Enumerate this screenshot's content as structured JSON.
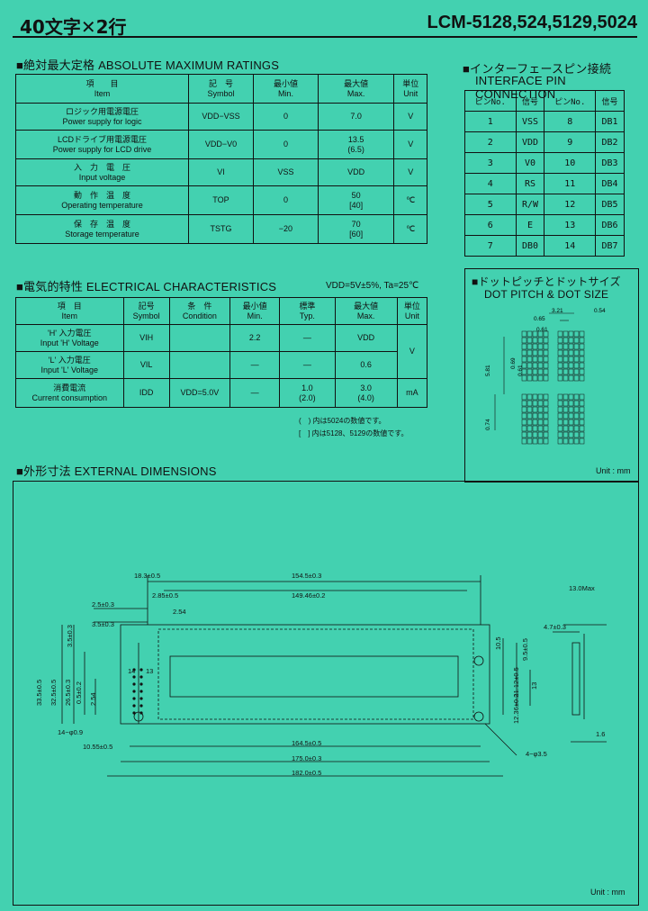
{
  "header": {
    "title": "40文字✕2行",
    "model": "LCM-5128,524,5129,5024"
  },
  "abs_max": {
    "title": "■絶対最大定格 ABSOLUTE MAXIMUM RATINGS",
    "headers": [
      [
        "項　　目",
        "Item"
      ],
      [
        "記　号",
        "Symbol"
      ],
      [
        "最小値",
        "Min."
      ],
      [
        "最大値",
        "Max."
      ],
      [
        "単位",
        "Unit"
      ]
    ],
    "rows": [
      {
        "jp": "ロジック用電源電圧",
        "en": "Power supply for logic",
        "sym": "VDD−VSS",
        "min": "0",
        "max": "7.0",
        "max2": "",
        "unit": "V"
      },
      {
        "jp": "LCDドライブ用電源電圧",
        "en": "Power supply for LCD drive",
        "sym": "VDD−V0",
        "min": "0",
        "max": "13.5",
        "max2": "(6.5)",
        "unit": "V"
      },
      {
        "jp": "入　力　電　圧",
        "en": "Input voltage",
        "sym": "VI",
        "min": "VSS",
        "max": "VDD",
        "max2": "",
        "unit": "V"
      },
      {
        "jp": "動　作　温　度",
        "en": "Operating temperature",
        "sym": "TOP",
        "min": "0",
        "max": "50",
        "max2": "[40]",
        "unit": "℃"
      },
      {
        "jp": "保　存　温　度",
        "en": "Storage temperature",
        "sym": "TSTG",
        "min": "−20",
        "max": "70",
        "max2": "[60]",
        "unit": "℃"
      }
    ]
  },
  "pins": {
    "title": "■インターフェースピン接続",
    "subtitle": "INTERFACE PIN CONNECTION",
    "headers": [
      "ピンNo.",
      "信号",
      "ピンNo.",
      "信号"
    ],
    "rows": [
      [
        "1",
        "VSS",
        "8",
        "DB1"
      ],
      [
        "2",
        "VDD",
        "9",
        "DB2"
      ],
      [
        "3",
        "V0",
        "10",
        "DB3"
      ],
      [
        "4",
        "RS",
        "11",
        "DB4"
      ],
      [
        "5",
        "R/W",
        "12",
        "DB5"
      ],
      [
        "6",
        "E",
        "13",
        "DB6"
      ],
      [
        "7",
        "DB0",
        "14",
        "DB7"
      ]
    ]
  },
  "elec": {
    "title": "■電気的特性 ELECTRICAL CHARACTERISTICS",
    "condition": "VDD=5V±5%, Ta=25℃",
    "headers": [
      [
        "項　目",
        "Item"
      ],
      [
        "記号",
        "Symbol"
      ],
      [
        "条　件",
        "Condition"
      ],
      [
        "最小値",
        "Min."
      ],
      [
        "標準",
        "Typ."
      ],
      [
        "最大値",
        "Max."
      ],
      [
        "単位",
        "Unit"
      ]
    ],
    "rows": [
      {
        "jp": "'H' 入力電圧",
        "en": "Input 'H' Voltage",
        "sym": "VIH",
        "cond": "",
        "min": "2.2",
        "typ": "—",
        "max": "VDD",
        "max2": ""
      },
      {
        "jp": "'L' 入力電圧",
        "en": "Input 'L' Voltage",
        "sym": "VIL",
        "cond": "",
        "min": "—",
        "typ": "—",
        "max": "0.6",
        "max2": ""
      },
      {
        "jp": "消費電流",
        "en": "Current consumption",
        "sym": "IDD",
        "cond": "VDD=5.0V",
        "min": "—",
        "typ": "1.0",
        "typ2": "(2.0)",
        "max": "3.0",
        "max2": "(4.0)",
        "unit": "mA"
      }
    ],
    "unit_v": "V",
    "notes": [
      "(　) 内は5024の数値です。",
      "[　] 内は5128、5129の数値です。"
    ]
  },
  "dot": {
    "title": "■ドットピッチとドットサイズ",
    "subtitle": "DOT PITCH & DOT SIZE",
    "dims": [
      "3.21",
      "0.54",
      "0.65",
      "0.61",
      "5.81",
      "0.69",
      "0.61",
      "0.74"
    ],
    "unit": "Unit : mm"
  },
  "ext": {
    "title": "■外形寸法 EXTERNAL DIMENSIONS",
    "dims": {
      "d1": "18.3±0.5",
      "d2": "154.5±0.3",
      "d3": "2.85±0.5",
      "d4": "149.46±0.2",
      "d5": "2.54",
      "d6": "2.5±0.3",
      "d7": "3.5±0.3",
      "d8": "3.5±0.3",
      "d9": "14",
      "d10": "13",
      "d11": "33.5±0.5",
      "d12": "32.5±0.5",
      "d13": "26.5±0.3",
      "d14": "2.54",
      "d15": "0.5±0.2",
      "d16": "14−φ0.9",
      "d17": "10.55±0.5",
      "d18": "164.5±0.5",
      "d19": "175.0±0.3",
      "d20": "182.0±0.5",
      "d21": "10.5",
      "d22": "9.5±0.5",
      "d23": "11.12±0.5",
      "d24": "12.36±0.2",
      "d25": "13",
      "d26": "13.0Max",
      "d27": "4.7±0.3",
      "d28": "1.6",
      "d29": "4−φ3.5"
    },
    "unit": "Unit : mm"
  }
}
